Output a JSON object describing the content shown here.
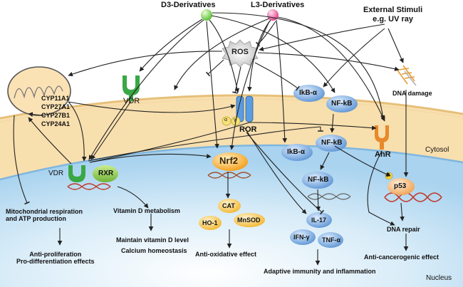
{
  "ligands": {
    "d3": "D3-Derivatives",
    "l3": "L3-Derivatives"
  },
  "external": {
    "line1": "External Stimuli",
    "line2": "e.g. UV ray"
  },
  "nodes": {
    "ros": "ROS",
    "vdr_membrane": "VDR",
    "vdr_nuclear": "VDR",
    "rxr": "RXR",
    "ror": "ROR",
    "ror_alpha": "α",
    "ror_gamma": "γ",
    "ikb_top": "IkB-α",
    "nfkb_top": "NF-kB",
    "nfkb_mid": "NF-kB",
    "ikb_mid": "IkB-α",
    "nfkb_low": "NF-kB",
    "nrf2": "Nrf2",
    "cat": "CAT",
    "ho1": "HO-1",
    "mnsod": "MnSOD",
    "il17": "IL-17",
    "ifn": "IFN-γ",
    "tnf": "TNF-α",
    "ahr": "AhR",
    "p53": "p53",
    "p53_phos": "p"
  },
  "enzymes": [
    "CYP11A1",
    "CYP27A1",
    "CYP27B1",
    "CYP24A1"
  ],
  "outcomes": {
    "dna_damage": "DNA damage",
    "mito_line1": "Mitochondrial respiration",
    "mito_line2": "and ATP production",
    "antiprolif_line1": "Anti-proliferation",
    "antiprolif_line2": "Pro-differentiation effects",
    "vitd_metabolism": "Vitamin D metabolism",
    "maintain_vitd": "Maintain vitamin D level",
    "calcium": "Calcium homeostasis",
    "antiox": "Anti-oxidative effect",
    "adaptive": "Adaptive immunity and inflammation",
    "dna_repair": "DNA repair",
    "anticancer": "Anti-cancerogenic effect"
  },
  "compartments": {
    "cytosol": "Cytosol",
    "nucleus": "Nucleus"
  },
  "colors": {
    "cytosol": "#fbe6c0",
    "nucleus": "#cfe7f7",
    "protein_blue": "#5c94d4",
    "nrf2": "#f39c12",
    "antioxidant": "#f7b733",
    "vdr_green": "#39a845",
    "rxr_green": "#8bc34a",
    "ahr_orange": "#e8892b",
    "p53_orange": "#f2a65a"
  }
}
